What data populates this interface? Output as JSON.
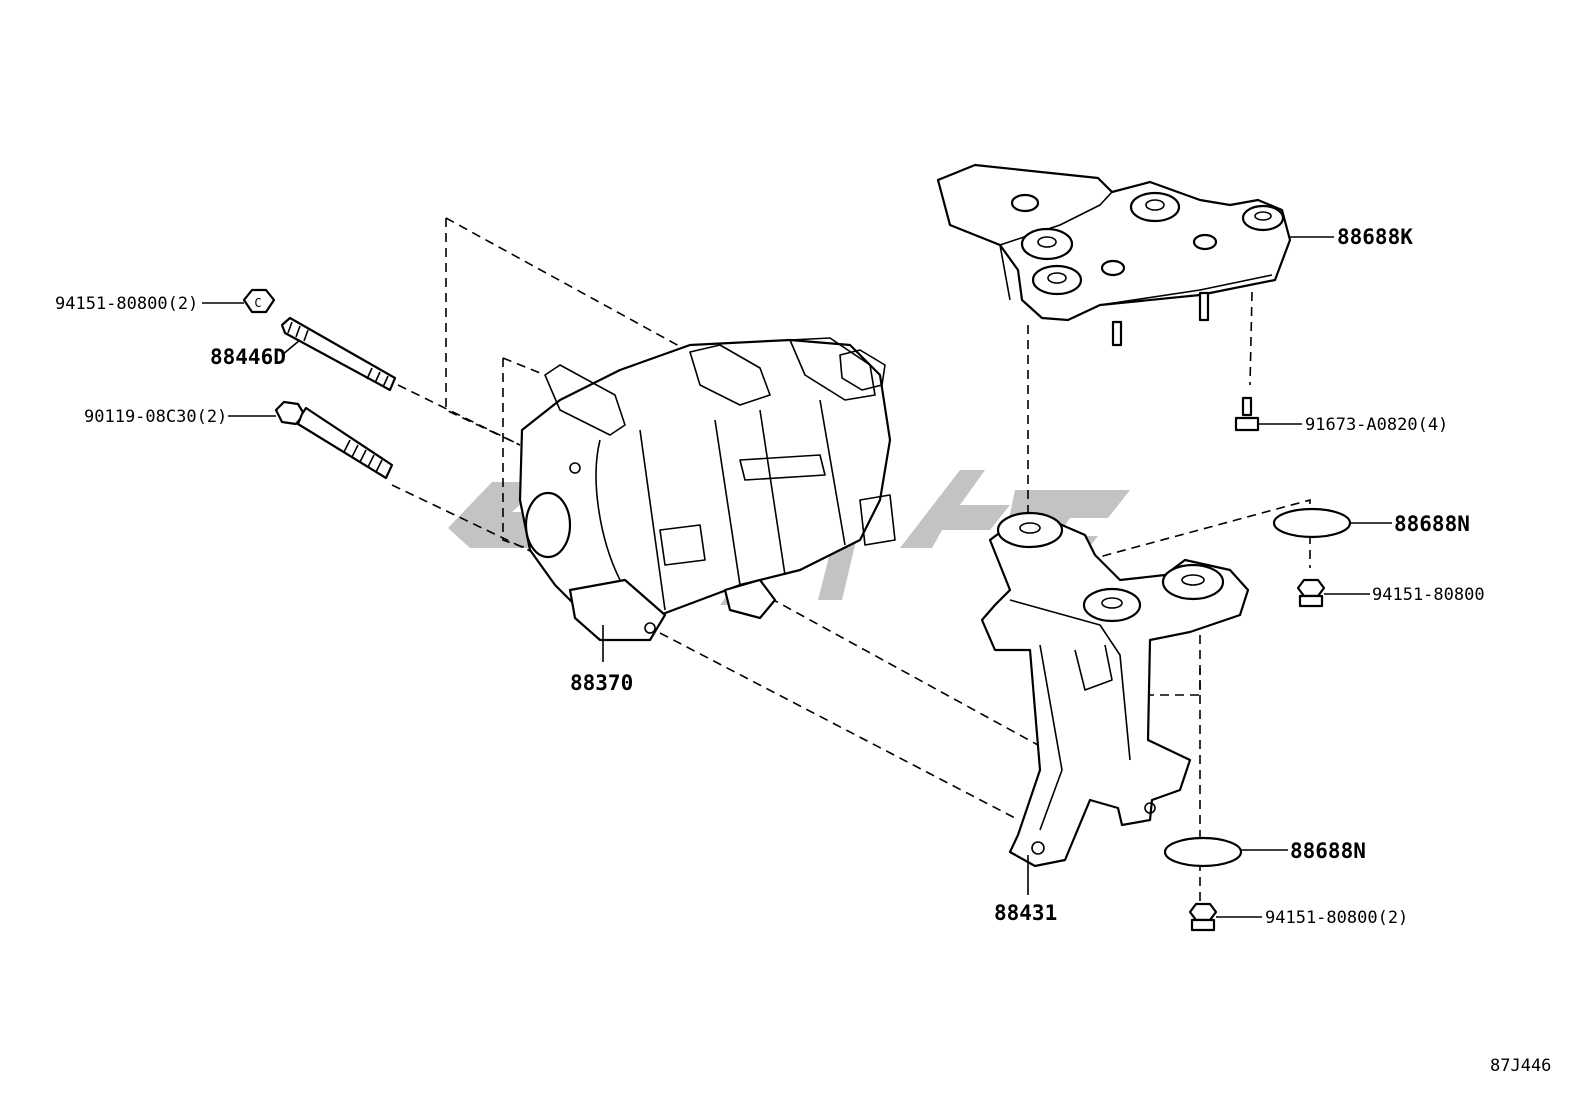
{
  "diagram_id": "87J446",
  "callouts": {
    "nut_top_left": "94151-80800(2)",
    "stud_bolt": "88446D",
    "bolt_lower": "90119-08C30(2)",
    "compressor": "88370",
    "upper_bracket": "88688K",
    "screw_bracket": "91673-A0820(4)",
    "washer_upper": "88688N",
    "nut_upper": "94151-80800",
    "mount_bracket": "88431",
    "washer_lower": "88688N",
    "nut_lower": "94151-80800(2)"
  },
  "nut_letter": "C"
}
